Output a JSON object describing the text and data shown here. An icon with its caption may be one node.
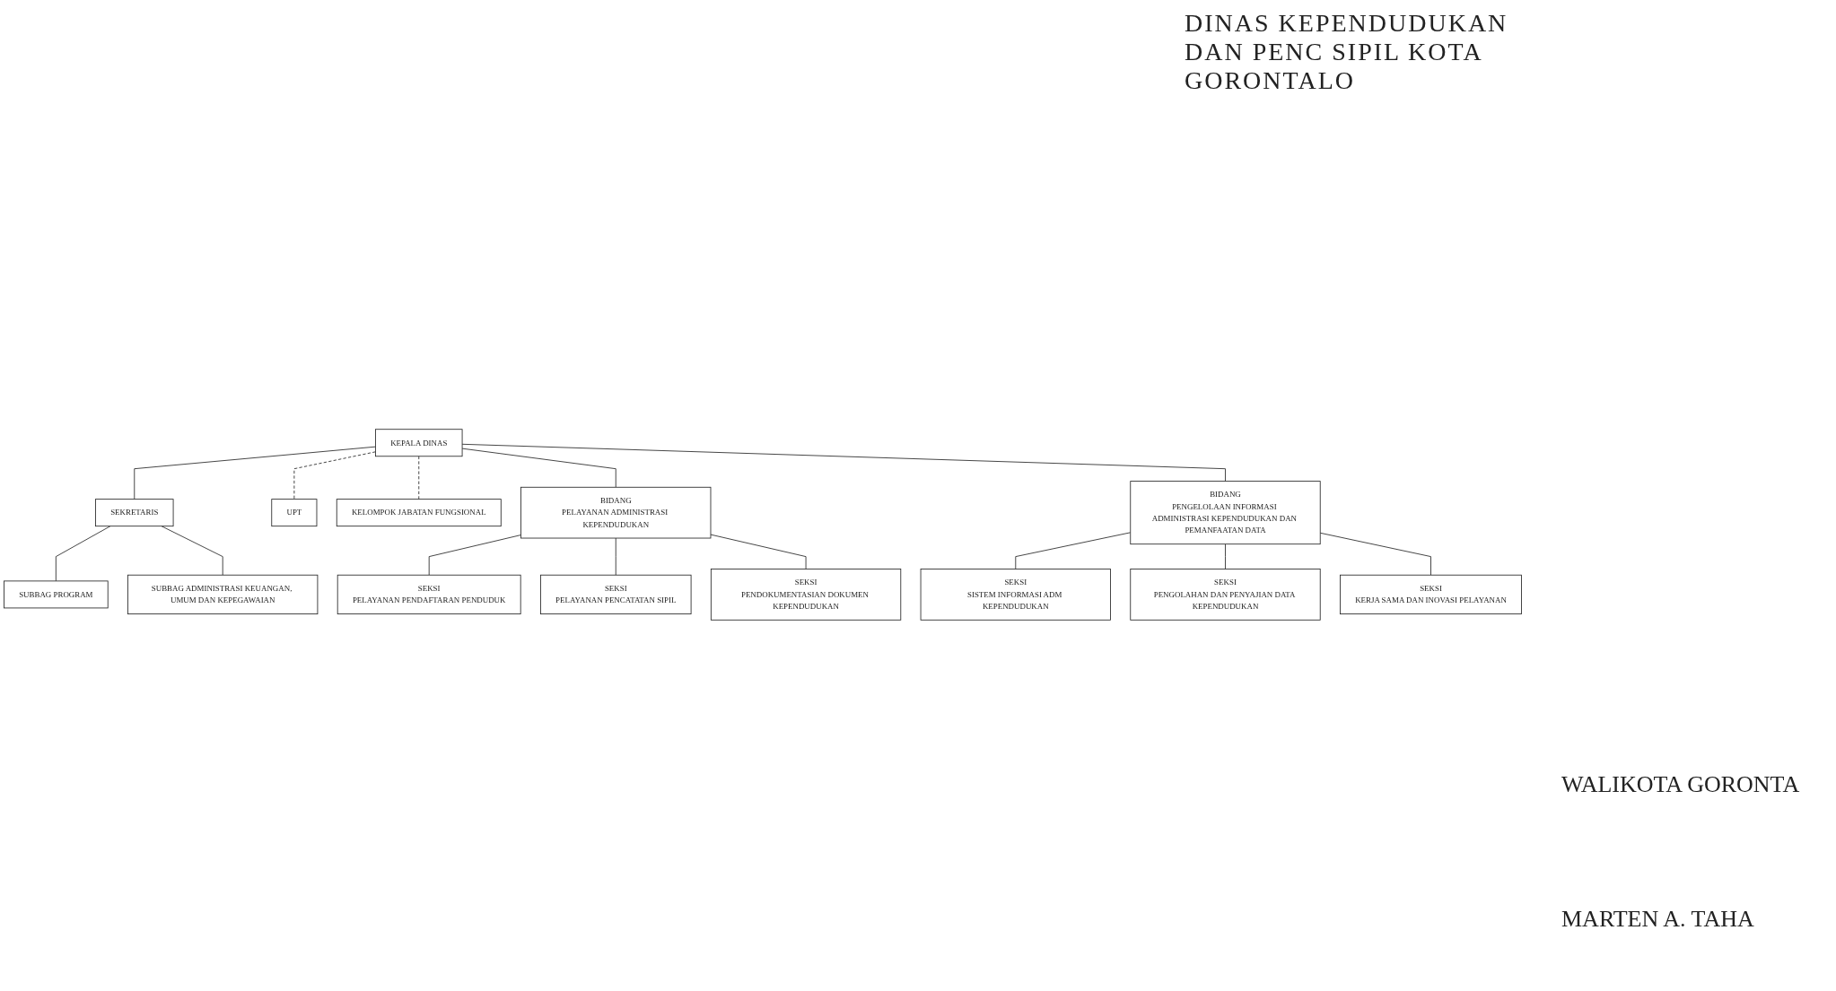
{
  "diagram": {
    "title": "DINAS KEPENDUDUKAN DAN PENC SIPIL KOTA GORONTALO",
    "nodes": [
      {
        "text": [
          "KEPALA DINAS"
        ]
      },
      {
        "text": [
          "SEKRETARIS"
        ]
      },
      {
        "text": [
          "UPT"
        ]
      },
      {
        "text": [
          "KELOMPOK JABATAN FUNGSIONAL"
        ]
      },
      {
        "text": [
          "SUBBAG PROGRAM"
        ]
      },
      {
        "text": [
          "SUBBAG ADMINISTRASI KEUANGAN, UMUM DAN KEPEGAWAIAN"
        ]
      },
      {
        "text": [
          "BIDANG",
          "PELAYANAN ADMINISTRASI KEPENDUDUKAN"
        ]
      },
      {
        "text": [
          "SEKSI",
          "PELAYANAN PENDAFTARAN PENDUDUK"
        ]
      },
      {
        "text": [
          "SEKSI",
          "PELAYANAN PENCATATAN SIPIL"
        ]
      },
      {
        "text": [
          "SEKSI",
          "PENDOKUMENTASIAN DOKUMEN KEPENDUDUKAN"
        ]
      },
      {
        "text": [
          "BIDANG",
          "PENGELOLAAN INFORMASI ADMINISTRASI KEPENDUDUKAN DAN PEMANFAATAN DATA"
        ]
      },
      {
        "text": [
          "SEKSI",
          "SISTEM INFORMASI ADM KEPENDUDUKAN"
        ]
      },
      {
        "text": [
          "SEKSI",
          "PENGOLAHAN DAN PENYAJIAN DATA KEPENDUDUKAN"
        ]
      },
      {
        "text": [
          "SEKSI",
          "KERJA SAMA DAN INOVASI PELAYANAN"
        ]
      }
    ],
    "edges": [
      {
        "from": 0,
        "to": 1,
        "arrow": "none"
      },
      {
        "from": 0,
        "to": 2,
        "arrow": "none",
        "style": "dashed"
      },
      {
        "from": 0,
        "to": 3,
        "arrow": "none",
        "style": "dashed"
      },
      {
        "from": 1,
        "to": 4,
        "arrow": "none"
      },
      {
        "from": 1,
        "to": 5,
        "arrow": "none"
      },
      {
        "from": 0,
        "to": 6,
        "arrow": "none"
      },
      {
        "from": 0,
        "to": 10,
        "arrow": "none"
      },
      {
        "from": 6,
        "to": 7,
        "arrow": "none"
      },
      {
        "from": 6,
        "to": 8,
        "arrow": "none"
      },
      {
        "from": 6,
        "to": 9,
        "arrow": "none"
      },
      {
        "from": 10,
        "to": 11,
        "arrow": "none"
      },
      {
        "from": 10,
        "to": 12,
        "arrow": "none"
      },
      {
        "from": 10,
        "to": 13,
        "arrow": "none"
      }
    ],
    "labels": [
      "WALIKOTA GORONTA",
      "MARTEN A. TAHA"
    ]
  }
}
